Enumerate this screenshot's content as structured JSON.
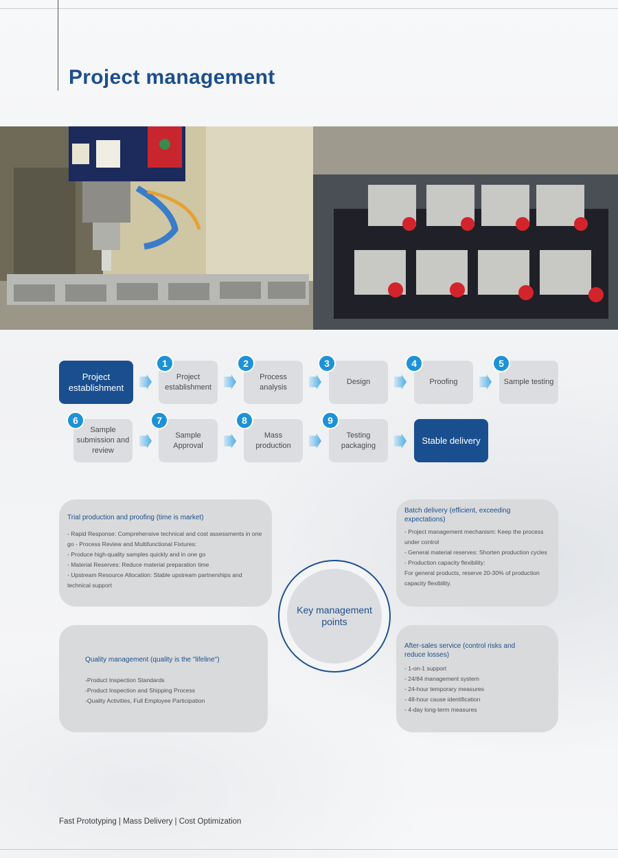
{
  "page": {
    "title": "Project management",
    "footer": "Fast Prototyping | Mass Delivery | Cost Optimization"
  },
  "flow": {
    "start": "Project establishment",
    "end": "Stable delivery",
    "steps": [
      {
        "num": "1",
        "label": "Project establishment"
      },
      {
        "num": "2",
        "label": "Process analysis"
      },
      {
        "num": "3",
        "label": "Design"
      },
      {
        "num": "4",
        "label": "Proofing"
      },
      {
        "num": "5",
        "label": "Sample testing"
      },
      {
        "num": "6",
        "label": "Sample submission and review"
      },
      {
        "num": "7",
        "label": "Sample Approval"
      },
      {
        "num": "8",
        "label": "Mass production"
      },
      {
        "num": "9",
        "label": "Testing packaging"
      }
    ]
  },
  "key_points": {
    "center": "Key management points",
    "trial": {
      "title": "Trial production and proofing (time is market)",
      "items": [
        "- Rapid Response: Comprehensive technical and cost assessments in one go - Process Review and Multifunctional Fixtures:",
        "- Produce high-quality samples quickly and in one go",
        "- Material Reserves: Reduce material preparation time",
        "- Upstream Resource Allocation: Stable upstream partnerships and technical support"
      ]
    },
    "batch": {
      "title": "Batch delivery (efficient, exceeding expectations)",
      "items": [
        "- Project management mechanism: Keep the process under control",
        "- General material reserves: Shorten production cycles",
        "- Production capacity flexibility:",
        "For general products, reserve 20-30% of production capacity flexibility."
      ]
    },
    "quality": {
      "title": "Quality management (quality is the \"lifeline\")",
      "items": [
        "-Product Inspection Standards",
        "-Product Inspection and Shipping Process",
        "-Quality Activities, Full Employee Participation"
      ]
    },
    "aftersales": {
      "title": "After-sales service (control risks and reduce losses)",
      "items": [
        "- 1-on-1 support",
        "- 24/84 management system",
        "- 24-hour temporary measures",
        "- 48-hour cause identification",
        "- 4-day long-term measures"
      ]
    }
  }
}
